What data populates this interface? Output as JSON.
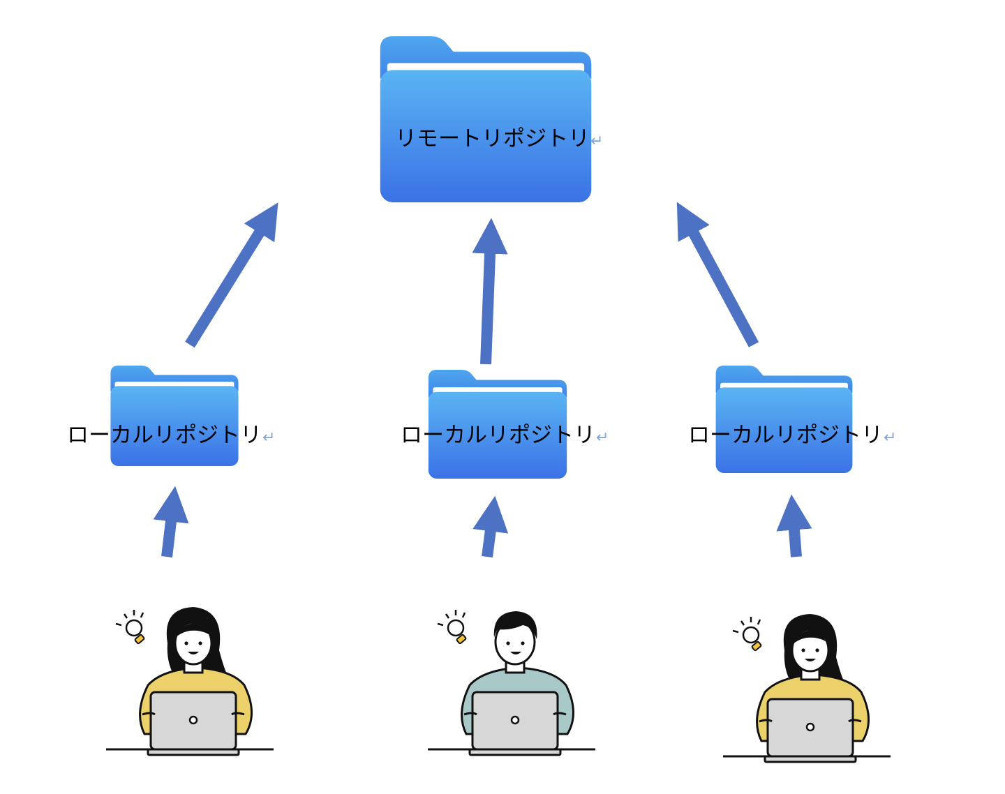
{
  "remote_repository": {
    "label": "リモートリポジトリ",
    "return_mark": "↵"
  },
  "local_repositories": [
    {
      "label": "ローカルリポジトリ",
      "return_mark": "↵"
    },
    {
      "label": "ローカルリポジトリ",
      "return_mark": "↵"
    },
    {
      "label": "ローカルリポジトリ",
      "return_mark": "↵"
    }
  ],
  "developers": [
    {
      "figure": "woman-with-laptop",
      "shirt_color": "#ecd06a"
    },
    {
      "figure": "man-with-laptop",
      "shirt_color": "#a9c9c8"
    },
    {
      "figure": "woman-with-laptop",
      "shirt_color": "#ecd06a"
    }
  ],
  "colors": {
    "arrow": "#4d72c4",
    "folder_top": "#5ab4f3",
    "folder_bottom": "#3b72e6",
    "bulb": "#f3c43a",
    "laptop": "#d7d7d7"
  }
}
